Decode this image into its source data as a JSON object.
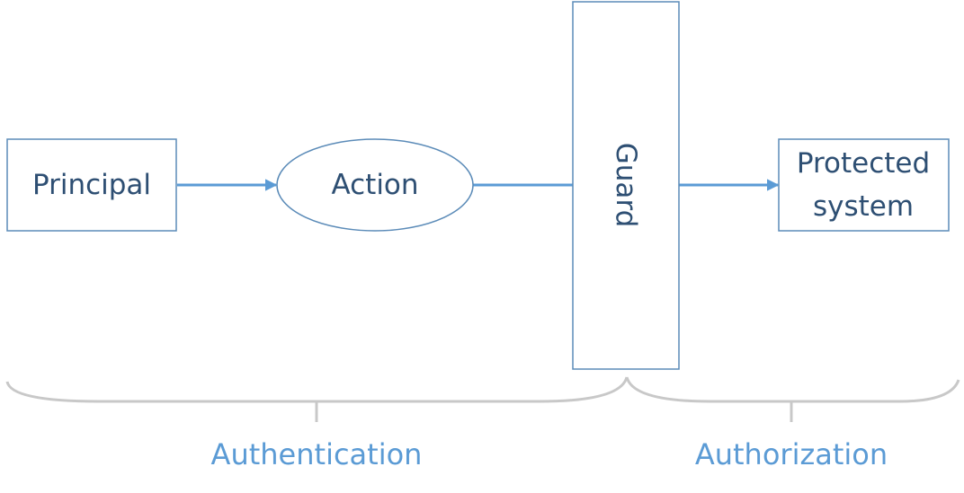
{
  "nodes": {
    "principal": "Principal",
    "action": "Action",
    "guard": "Guard",
    "protected_line1": "Protected",
    "protected_line2": "system"
  },
  "braces": {
    "authentication": "Authentication",
    "authorization": "Authorization"
  },
  "colors": {
    "box_stroke": "#5b8bb8",
    "node_text": "#2e4f73",
    "arrow": "#5b9bd5",
    "brace_stroke": "#c8c8c8",
    "brace_label": "#5b9bd5"
  }
}
